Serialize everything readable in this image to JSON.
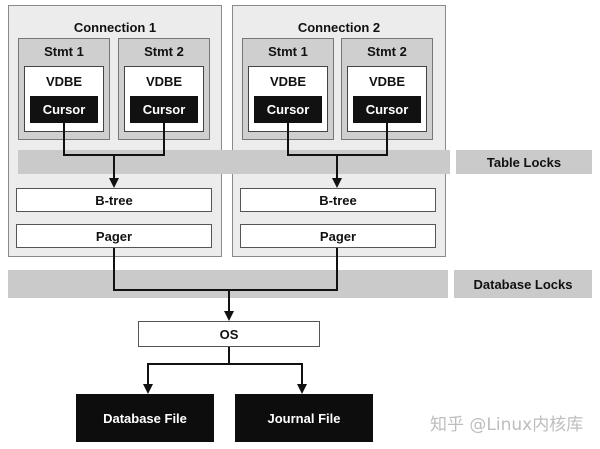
{
  "connections": [
    {
      "title": "Connection 1",
      "statements": [
        {
          "title": "Stmt 1",
          "vdbe": "VDBE",
          "cursor": "Cursor"
        },
        {
          "title": "Stmt 2",
          "vdbe": "VDBE",
          "cursor": "Cursor"
        }
      ],
      "btree": "B-tree",
      "pager": "Pager"
    },
    {
      "title": "Connection 2",
      "statements": [
        {
          "title": "Stmt 1",
          "vdbe": "VDBE",
          "cursor": "Cursor"
        },
        {
          "title": "Stmt 2",
          "vdbe": "VDBE",
          "cursor": "Cursor"
        }
      ],
      "btree": "B-tree",
      "pager": "Pager"
    }
  ],
  "bands": {
    "table_locks": "Table Locks",
    "database_locks": "Database Locks"
  },
  "os": "OS",
  "files": {
    "database": "Database File",
    "journal": "Journal File"
  },
  "watermark": "知乎 @Linux内核库",
  "colors": {
    "band": "#cacaca",
    "connection_bg": "#ececec",
    "statement_bg": "#cfcfcf",
    "dark_box": "#111111"
  }
}
